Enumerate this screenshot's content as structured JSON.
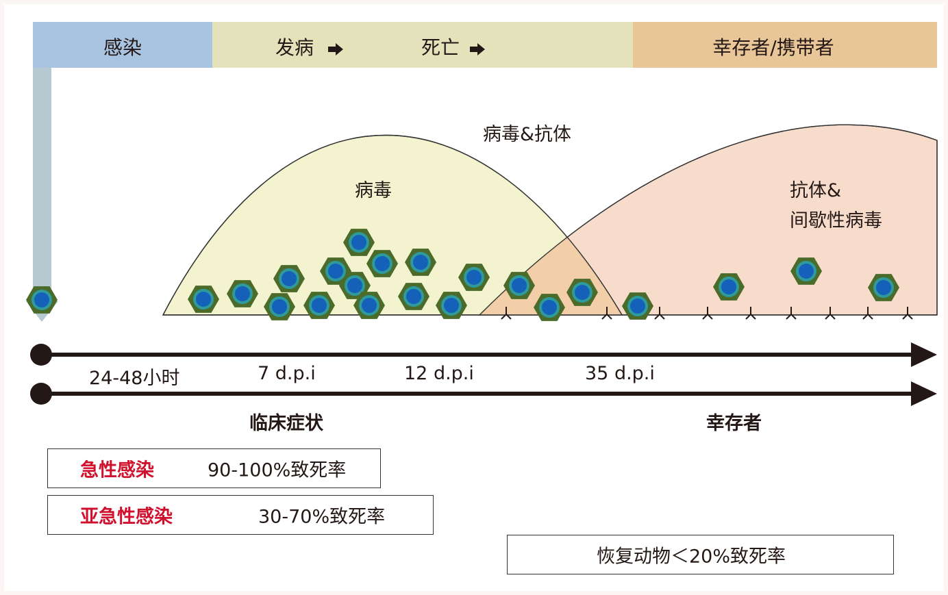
{
  "colors": {
    "infection_band": "#a9c4e0",
    "disease_band": "#e4e2bb",
    "survivor_band": "#e8c697",
    "virus_curve_fill": "#f3f3cf",
    "antibody_curve_fill": "#f7dccb",
    "overlap_fill": "#f2cfa8",
    "virus_outer": "#4a6b2a",
    "virus_inner": "#1560b8",
    "highlight_red": "#d0102c"
  },
  "phases": {
    "infection": "感染",
    "onset": "发病",
    "death": "死亡",
    "survivor_carrier": "幸存者/携带者",
    "arrow_icon": "arrow-right-icon"
  },
  "curves": {
    "virus_label": "病毒",
    "virus_antibody_label": "病毒&抗体",
    "antibody_label_line1": "抗体&",
    "antibody_label_line2": "间歇性病毒"
  },
  "timeline": {
    "t1": "24-48小时",
    "t2": "7 d.p.i",
    "t3": "12 d.p.i",
    "t4": "35 d.p.i",
    "clinical_label": "临床症状",
    "survivor_label": "幸存者"
  },
  "infection_types": [
    {
      "name": "急性感染",
      "mortality": "90-100%致死率"
    },
    {
      "name": "亚急性感染",
      "mortality": "30-70%致死率"
    }
  ],
  "recovered": {
    "text": "恢复动物＜20%致死率"
  }
}
